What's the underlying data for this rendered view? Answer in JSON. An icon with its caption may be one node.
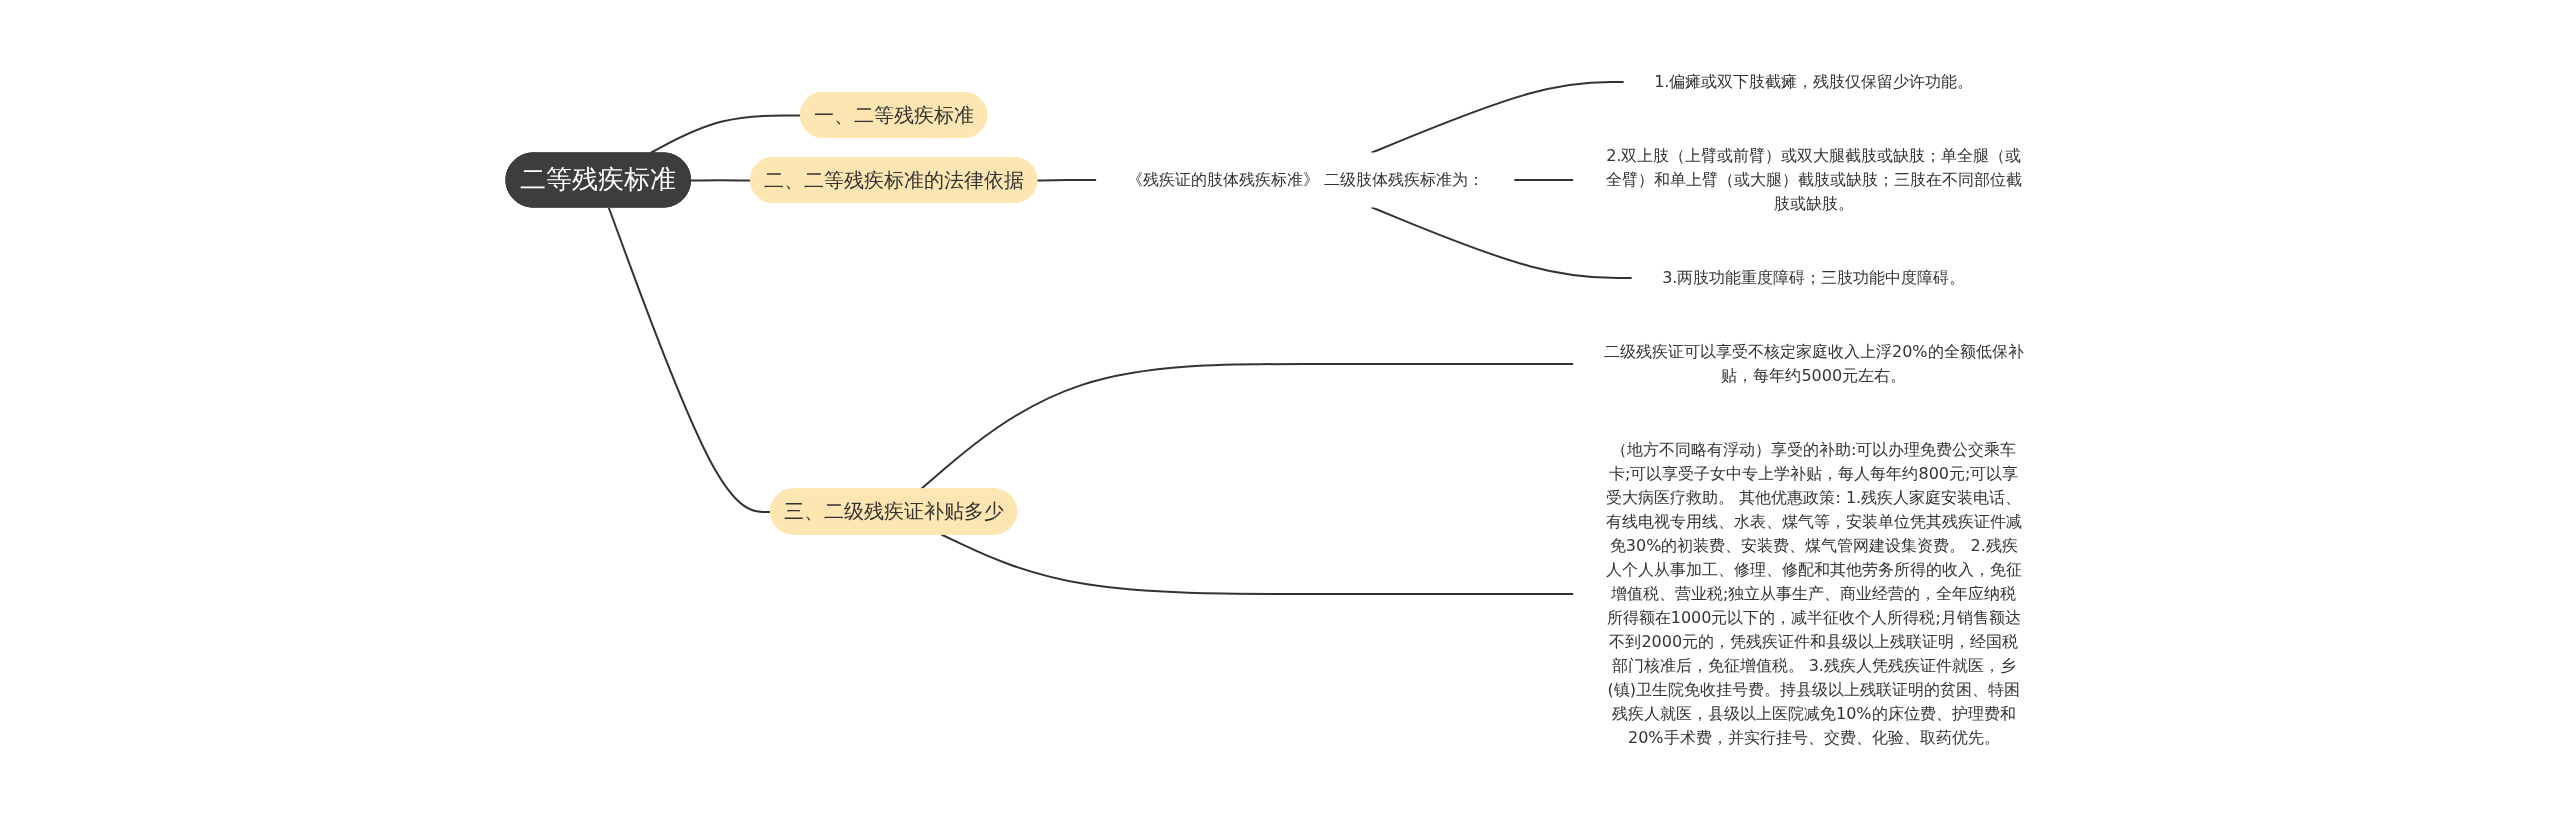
{
  "diagram": {
    "nodes": [
      {
        "text": [
          "二等残疾标准"
        ]
      },
      {
        "text": [
          "一、二等残疾标准"
        ]
      },
      {
        "text": [
          "二、二等残疾标准的法律依据"
        ]
      },
      {
        "text": [
          "三、二级残疾证补贴多少"
        ]
      },
      {
        "text": [
          "《残疾证的肢体残疾标准》 二级肢体残疾标准为："
        ]
      },
      {
        "text": [
          "1.偏瘫或双下肢截瘫，残肢仅保留少许功能。"
        ]
      },
      {
        "text": [
          "2.双上肢（上臂或前臂）或双大腿截肢或缺肢；单全腿（或全臂）和单上臂（或大腿）截肢或缺肢；三肢在不同部位截肢或缺肢。"
        ]
      },
      {
        "text": [
          "3.两肢功能重度障碍；三肢功能中度障碍。"
        ]
      },
      {
        "text": [
          "二级残疾证可以享受不核定家庭收入上浮20%的全额低保补贴，每年约5000元左右。"
        ]
      },
      {
        "text": [
          "（地方不同略有浮动）享受的补助:可以办理免费公交乘车卡;可以享受子女中专上学补贴，每人每年约800元;可以享受大病医疗救助。 其他优惠政策: 1.残疾人家庭安装电话、有线电视专用线、水表、煤气等，安装单位凭其残疾证件减免30%的初装费、安装费、煤气管网建设集资费。 2.残疾人个人从事加工、修理、修配和其他劳务所得的收入，免征增值税、营业税;独立从事生产、商业经营的，全年应纳税所得额在1000元以下的，减半征收个人所得税;月销售额达不到2000元的，凭残疾证件和县级以上残联证明，经国税部门核准后，免征增值税。 3.残疾人凭残疾证件就医，乡(镇)卫生院免收挂号费。持县级以上残联证明的贫困、特困残疾人就医，县级以上医院减免10%的床位费、护理费和20%手术费，并实行挂号、交费、化验、取药优先。"
        ]
      }
    ],
    "edges": [
      {
        "from": 0,
        "to": 1,
        "arrow": "none"
      },
      {
        "from": 0,
        "to": 2,
        "arrow": "none"
      },
      {
        "from": 0,
        "to": 3,
        "arrow": "none"
      },
      {
        "from": 2,
        "to": 4,
        "arrow": "none"
      },
      {
        "from": 4,
        "to": 5,
        "arrow": "none"
      },
      {
        "from": 4,
        "to": 6,
        "arrow": "none"
      },
      {
        "from": 4,
        "to": 7,
        "arrow": "none"
      },
      {
        "from": 3,
        "to": 8,
        "arrow": "none"
      },
      {
        "from": 3,
        "to": 9,
        "arrow": "none"
      }
    ]
  }
}
